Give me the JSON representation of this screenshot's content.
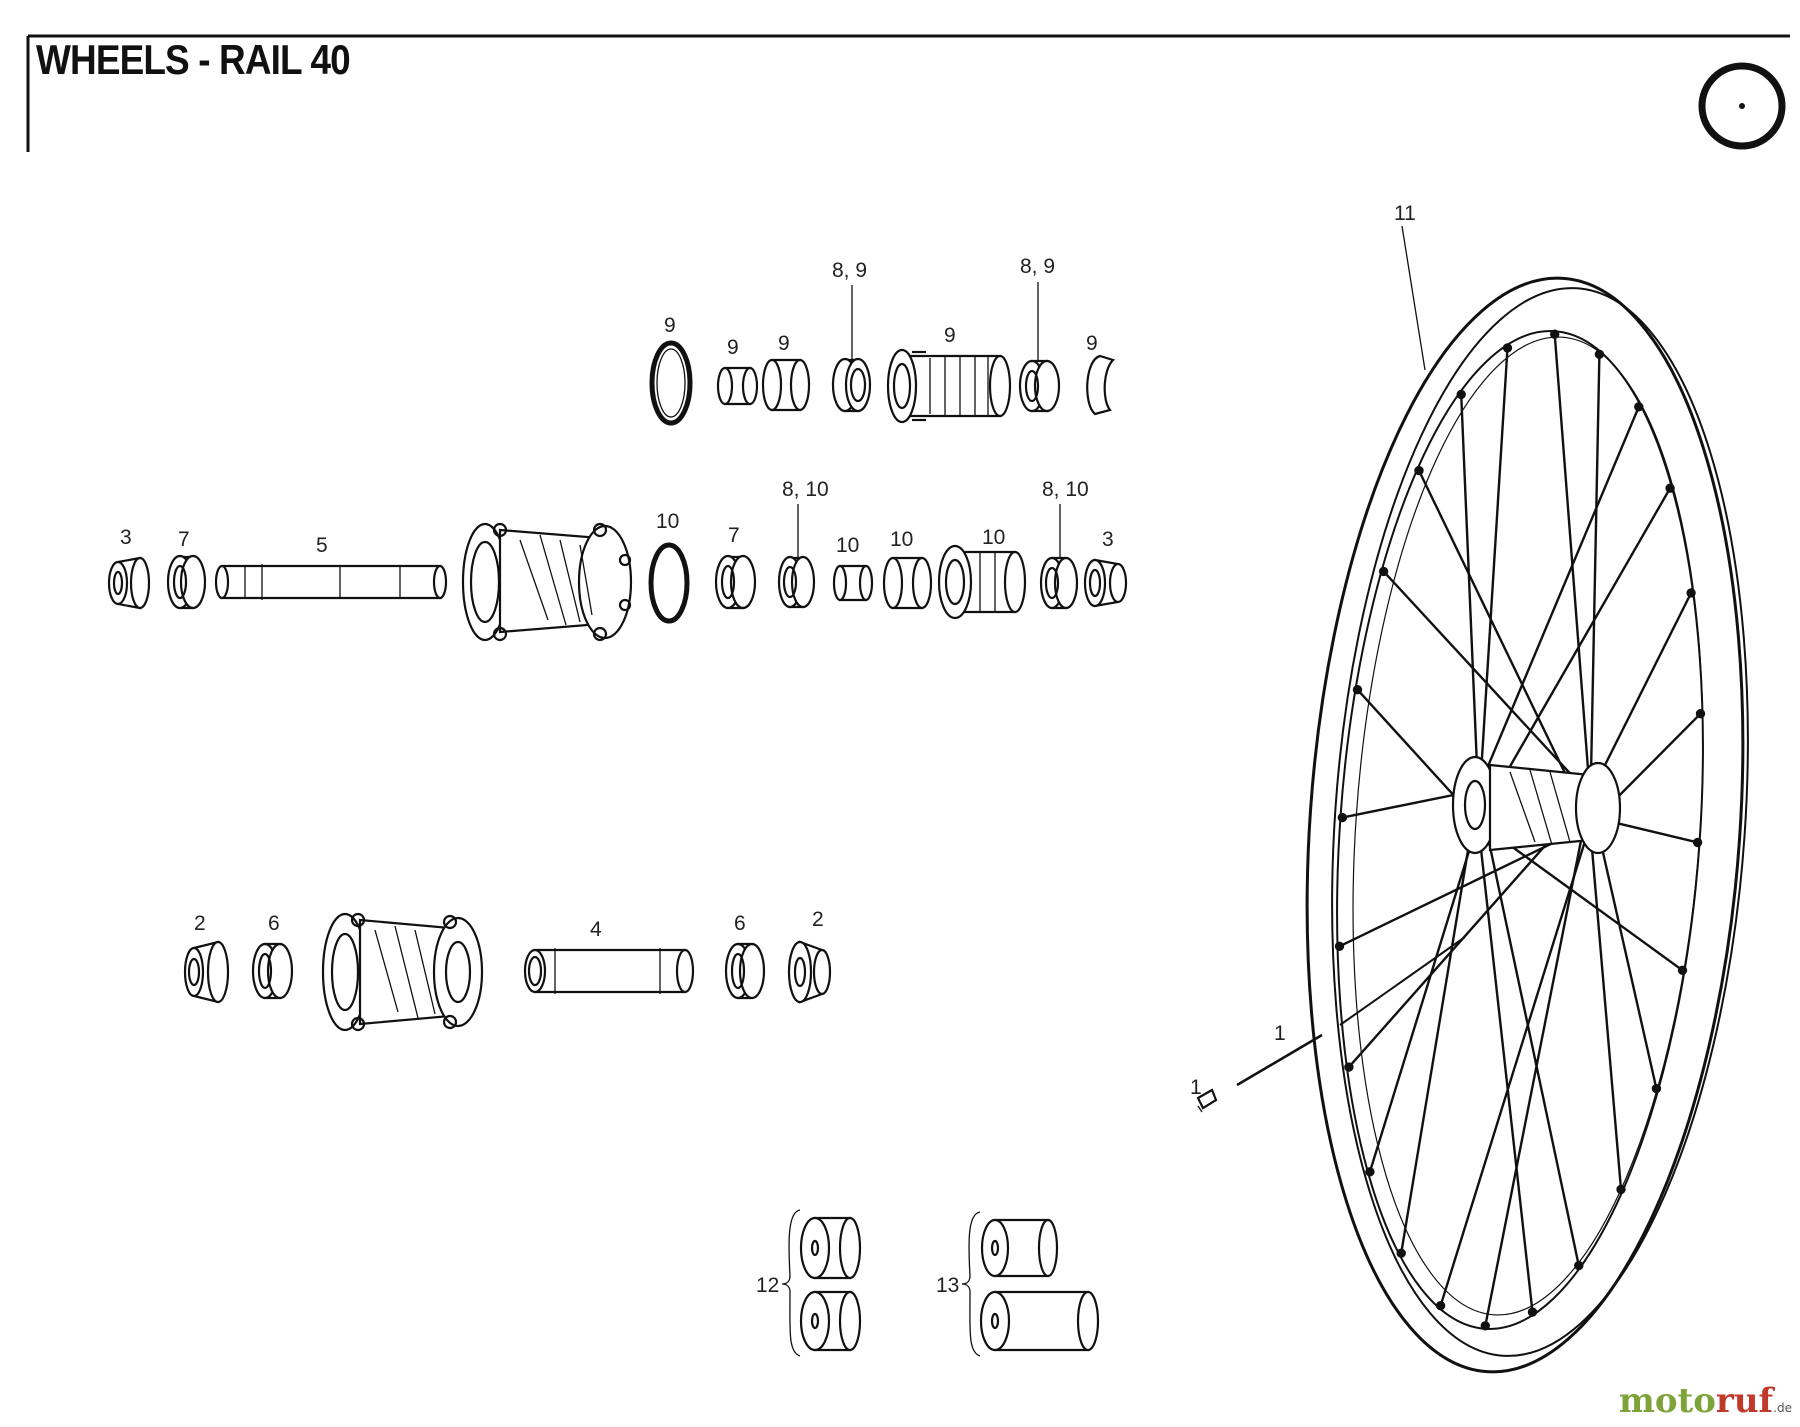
{
  "title": "WHEELS - RAIL 40",
  "header_icon": "wheel-circle-icon",
  "watermark": {
    "part1": "moto",
    "part2": "ruf",
    "part3": "",
    "suffix": ".de"
  },
  "labels": {
    "n11": "11",
    "r1_89a": "8, 9",
    "r1_89b": "8, 9",
    "r1_9a": "9",
    "r1_9b": "9",
    "r1_9c": "9",
    "r1_9d": "9",
    "r1_9e": "9",
    "r2_810a": "8, 10",
    "r2_810b": "8, 10",
    "r2_3a": "3",
    "r2_7a": "7",
    "r2_5": "5",
    "r2_10a": "10",
    "r2_7b": "7",
    "r2_10b": "10",
    "r2_10c": "10",
    "r2_10d": "10",
    "r2_3b": "3",
    "r3_2a": "2",
    "r3_6a": "6",
    "r3_4": "4",
    "r3_6b": "6",
    "r3_2b": "2",
    "spoke_1a": "1",
    "spoke_1b": "1",
    "kit_12": "12",
    "kit_13": "13"
  }
}
